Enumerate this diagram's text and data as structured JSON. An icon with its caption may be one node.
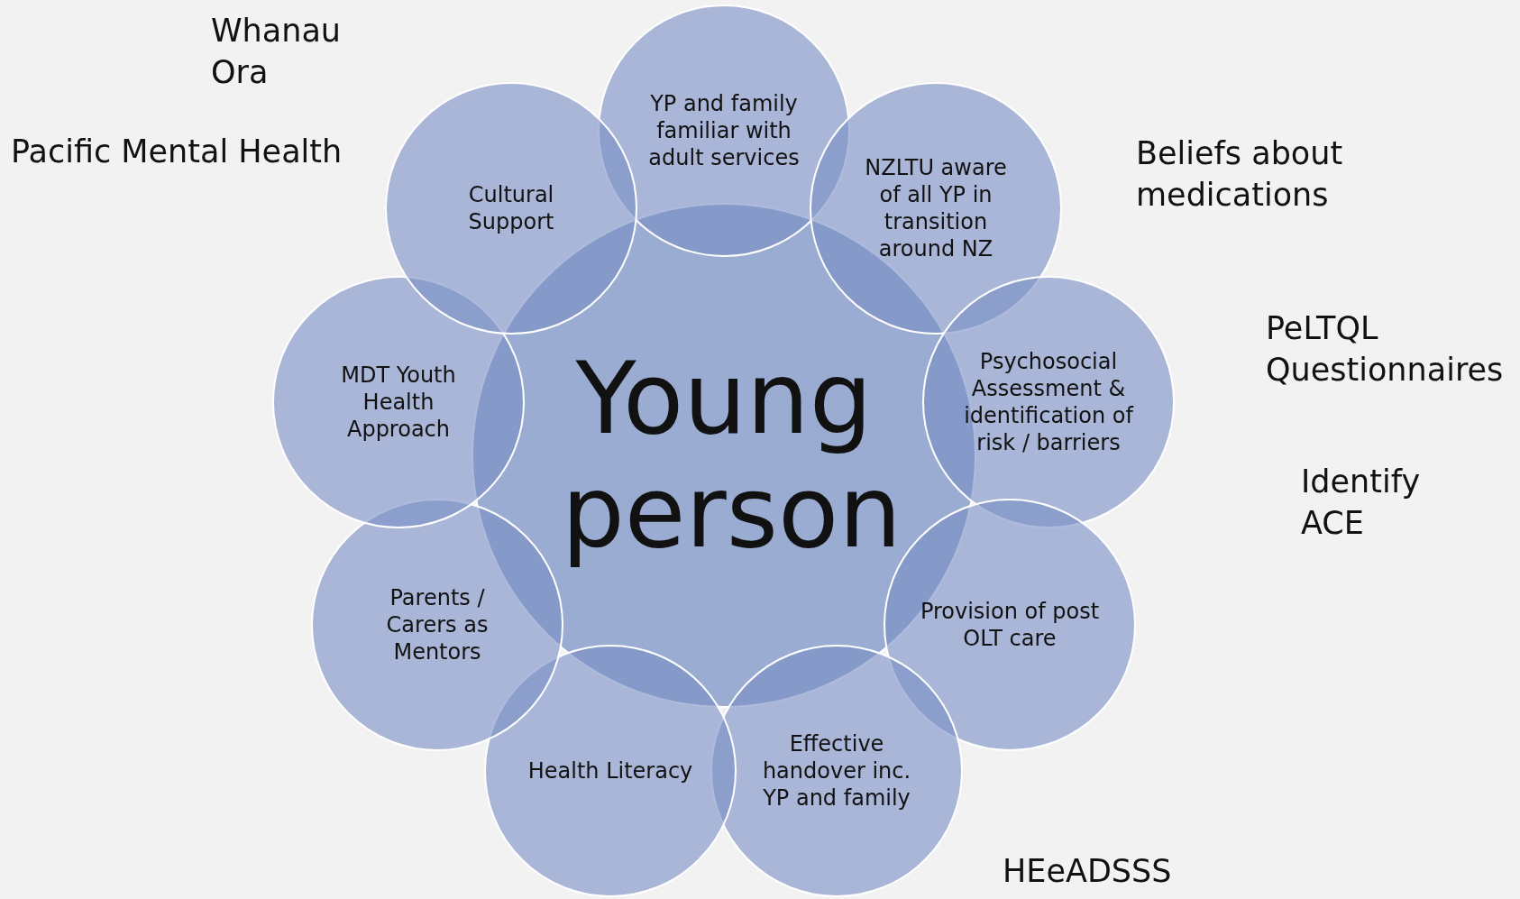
{
  "diagram": {
    "nodes": [
      {
        "text": [
          "Young person"
        ]
      },
      {
        "text": [
          "YP and family familiar with adult services"
        ]
      },
      {
        "text": [
          "NZLTU aware of all YP in transition around NZ"
        ]
      },
      {
        "text": [
          "Psychosocial Assessment & identification of risk / barriers"
        ]
      },
      {
        "text": [
          "Provision of post OLT care"
        ]
      },
      {
        "text": [
          "Effective handover inc. YP and family"
        ]
      },
      {
        "text": [
          "Health Literacy"
        ]
      },
      {
        "text": [
          "Parents / Carers as Mentors"
        ]
      },
      {
        "text": [
          "MDT Youth Health Approach"
        ]
      },
      {
        "text": [
          "Cultural Support"
        ]
      }
    ],
    "edges": [],
    "labels": [
      "Whanau Ora",
      "Pacific Mental Health",
      "Beliefs about medications",
      "PeLTQL Questionnaires",
      "Identify ACE",
      "HEeADSSS"
    ]
  }
}
